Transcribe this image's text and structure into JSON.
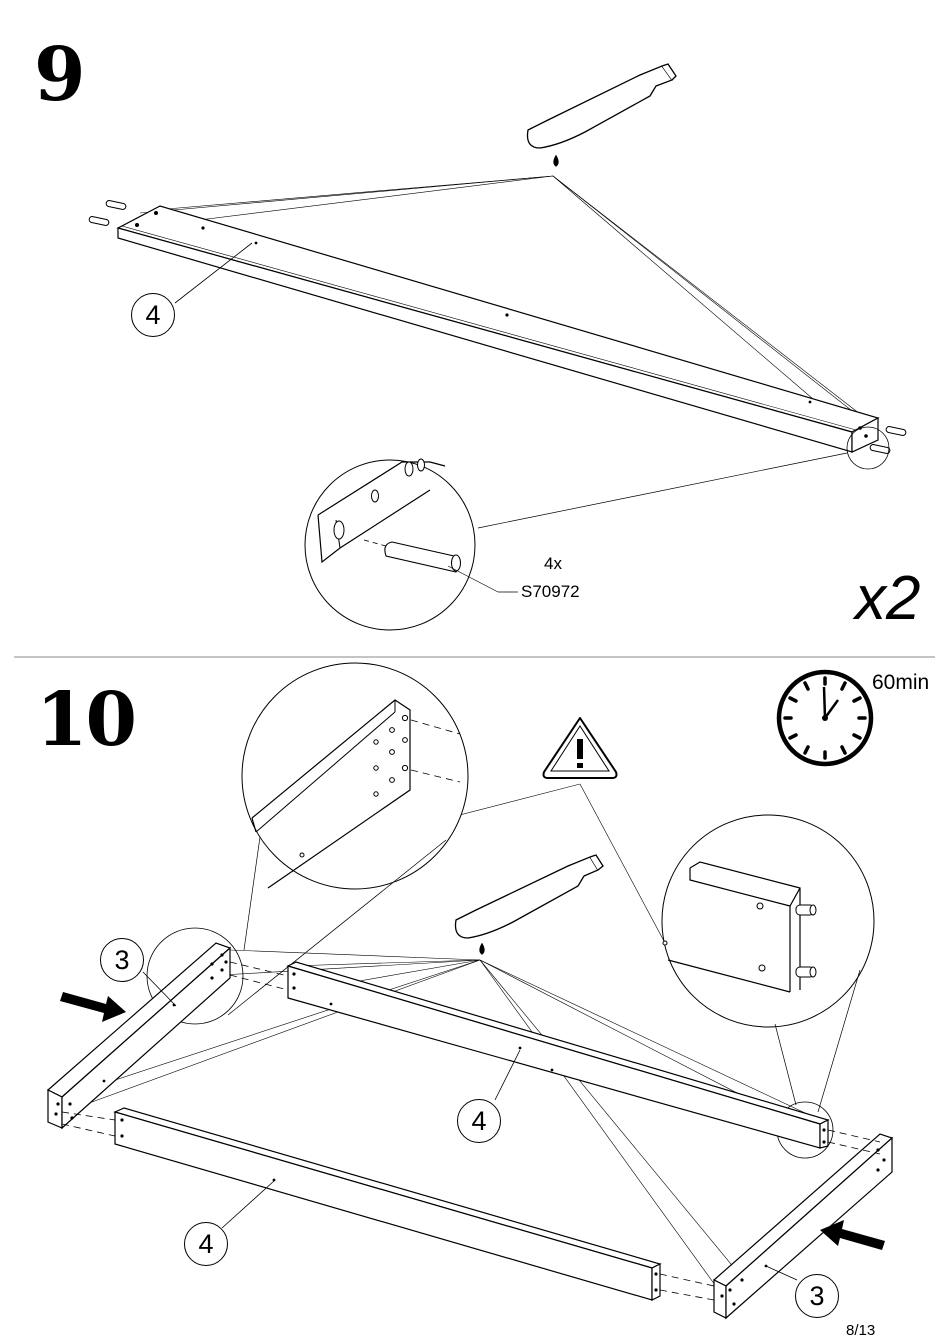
{
  "steps": [
    {
      "number": "9",
      "multiplier": "x2",
      "dowel_qty": "4x",
      "dowel_code": "S70972",
      "part_callout": "4"
    },
    {
      "number": "10",
      "time": "60min",
      "part_callouts": [
        "3",
        "4",
        "4",
        "3"
      ]
    }
  ],
  "page_number": "8/13",
  "icons": [
    "glue-tube-icon",
    "warning-triangle-icon",
    "clock-icon",
    "arrow-icon"
  ]
}
